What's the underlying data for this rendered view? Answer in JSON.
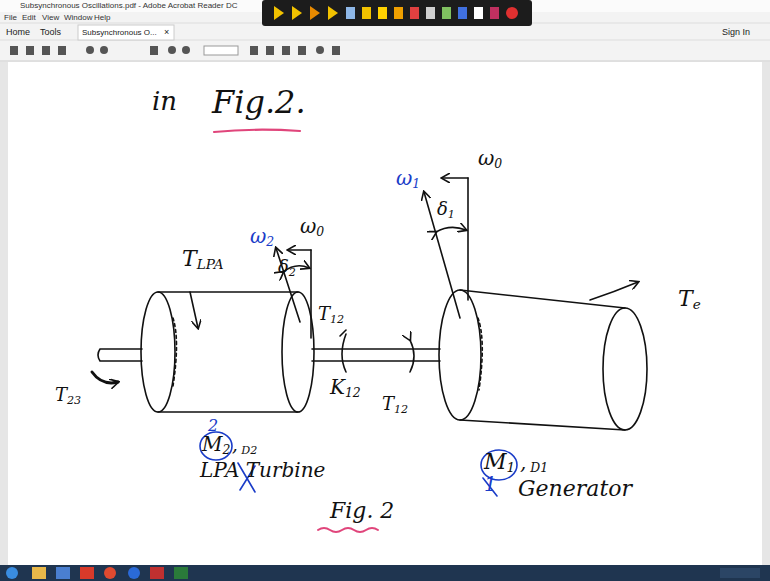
{
  "diagram": {
    "labels": [
      "Subsynchronous Oscillations.pdf - Adobe Acrobat Reader DC",
      "File",
      "Edit",
      "View",
      "Window",
      "Help",
      "Home",
      "Tools",
      "Subsynchronous O...",
      "×",
      "Sign In",
      "in",
      "Fig.2.",
      "TLPA",
      "ω2",
      "δ2",
      "ω0",
      "ω1",
      "δ1",
      "ω0",
      "Te",
      "T12",
      "K12",
      "T12",
      "T23",
      "M2",
      ", D2",
      "2",
      "LPA Turbine",
      "M1",
      ", D1",
      "1",
      "Generator",
      "Fig. 2"
    ]
  }
}
